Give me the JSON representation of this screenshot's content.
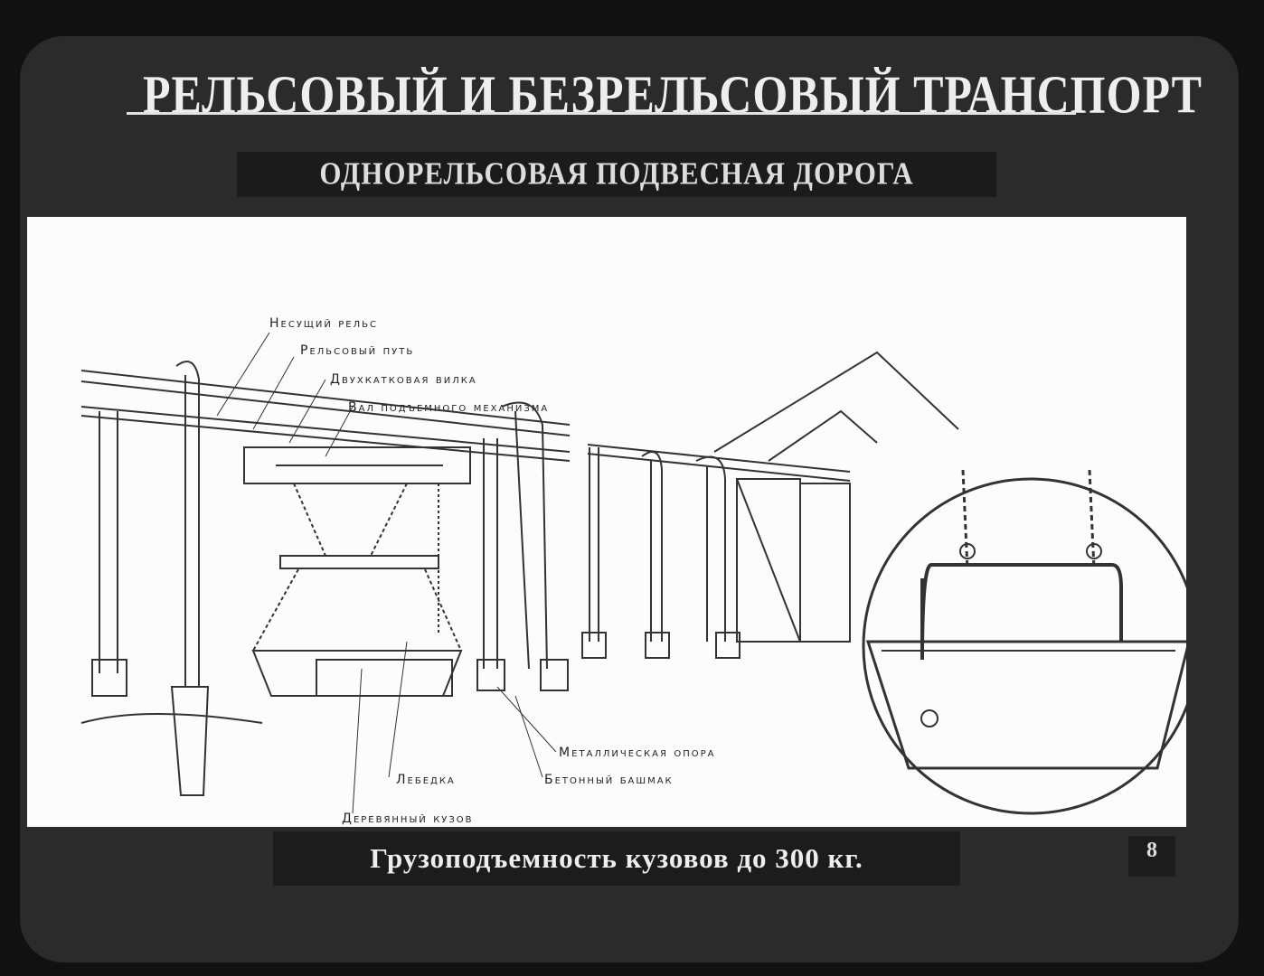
{
  "slide": {
    "title": "РЕЛЬСОВЫЙ И БЕЗРЕЛЬСОВЫЙ ТРАНСПОРТ",
    "subtitle": "ОДНОРЕЛЬСОВАЯ ПОДВЕСНАЯ ДОРОГА",
    "caption": "Грузоподъемность кузовов до 300 кг.",
    "page_number": "8"
  },
  "labels": {
    "carrying_rail": "Несущий рельс",
    "rail_track": "Рельсовый путь",
    "two_roller_fork": "Двухкатковая вилка",
    "lifting_shaft": "Вал подъемного механизма",
    "metal_support": "Металлическая опора",
    "concrete_shoe": "Бетонный башмак",
    "winch": "Лебедка",
    "wooden_body": "Деревянный кузов"
  },
  "colors": {
    "frame": "#2b2b2b",
    "panel": "#fcfcfc",
    "ink": "#222222",
    "text_light": "#eeeeee"
  }
}
